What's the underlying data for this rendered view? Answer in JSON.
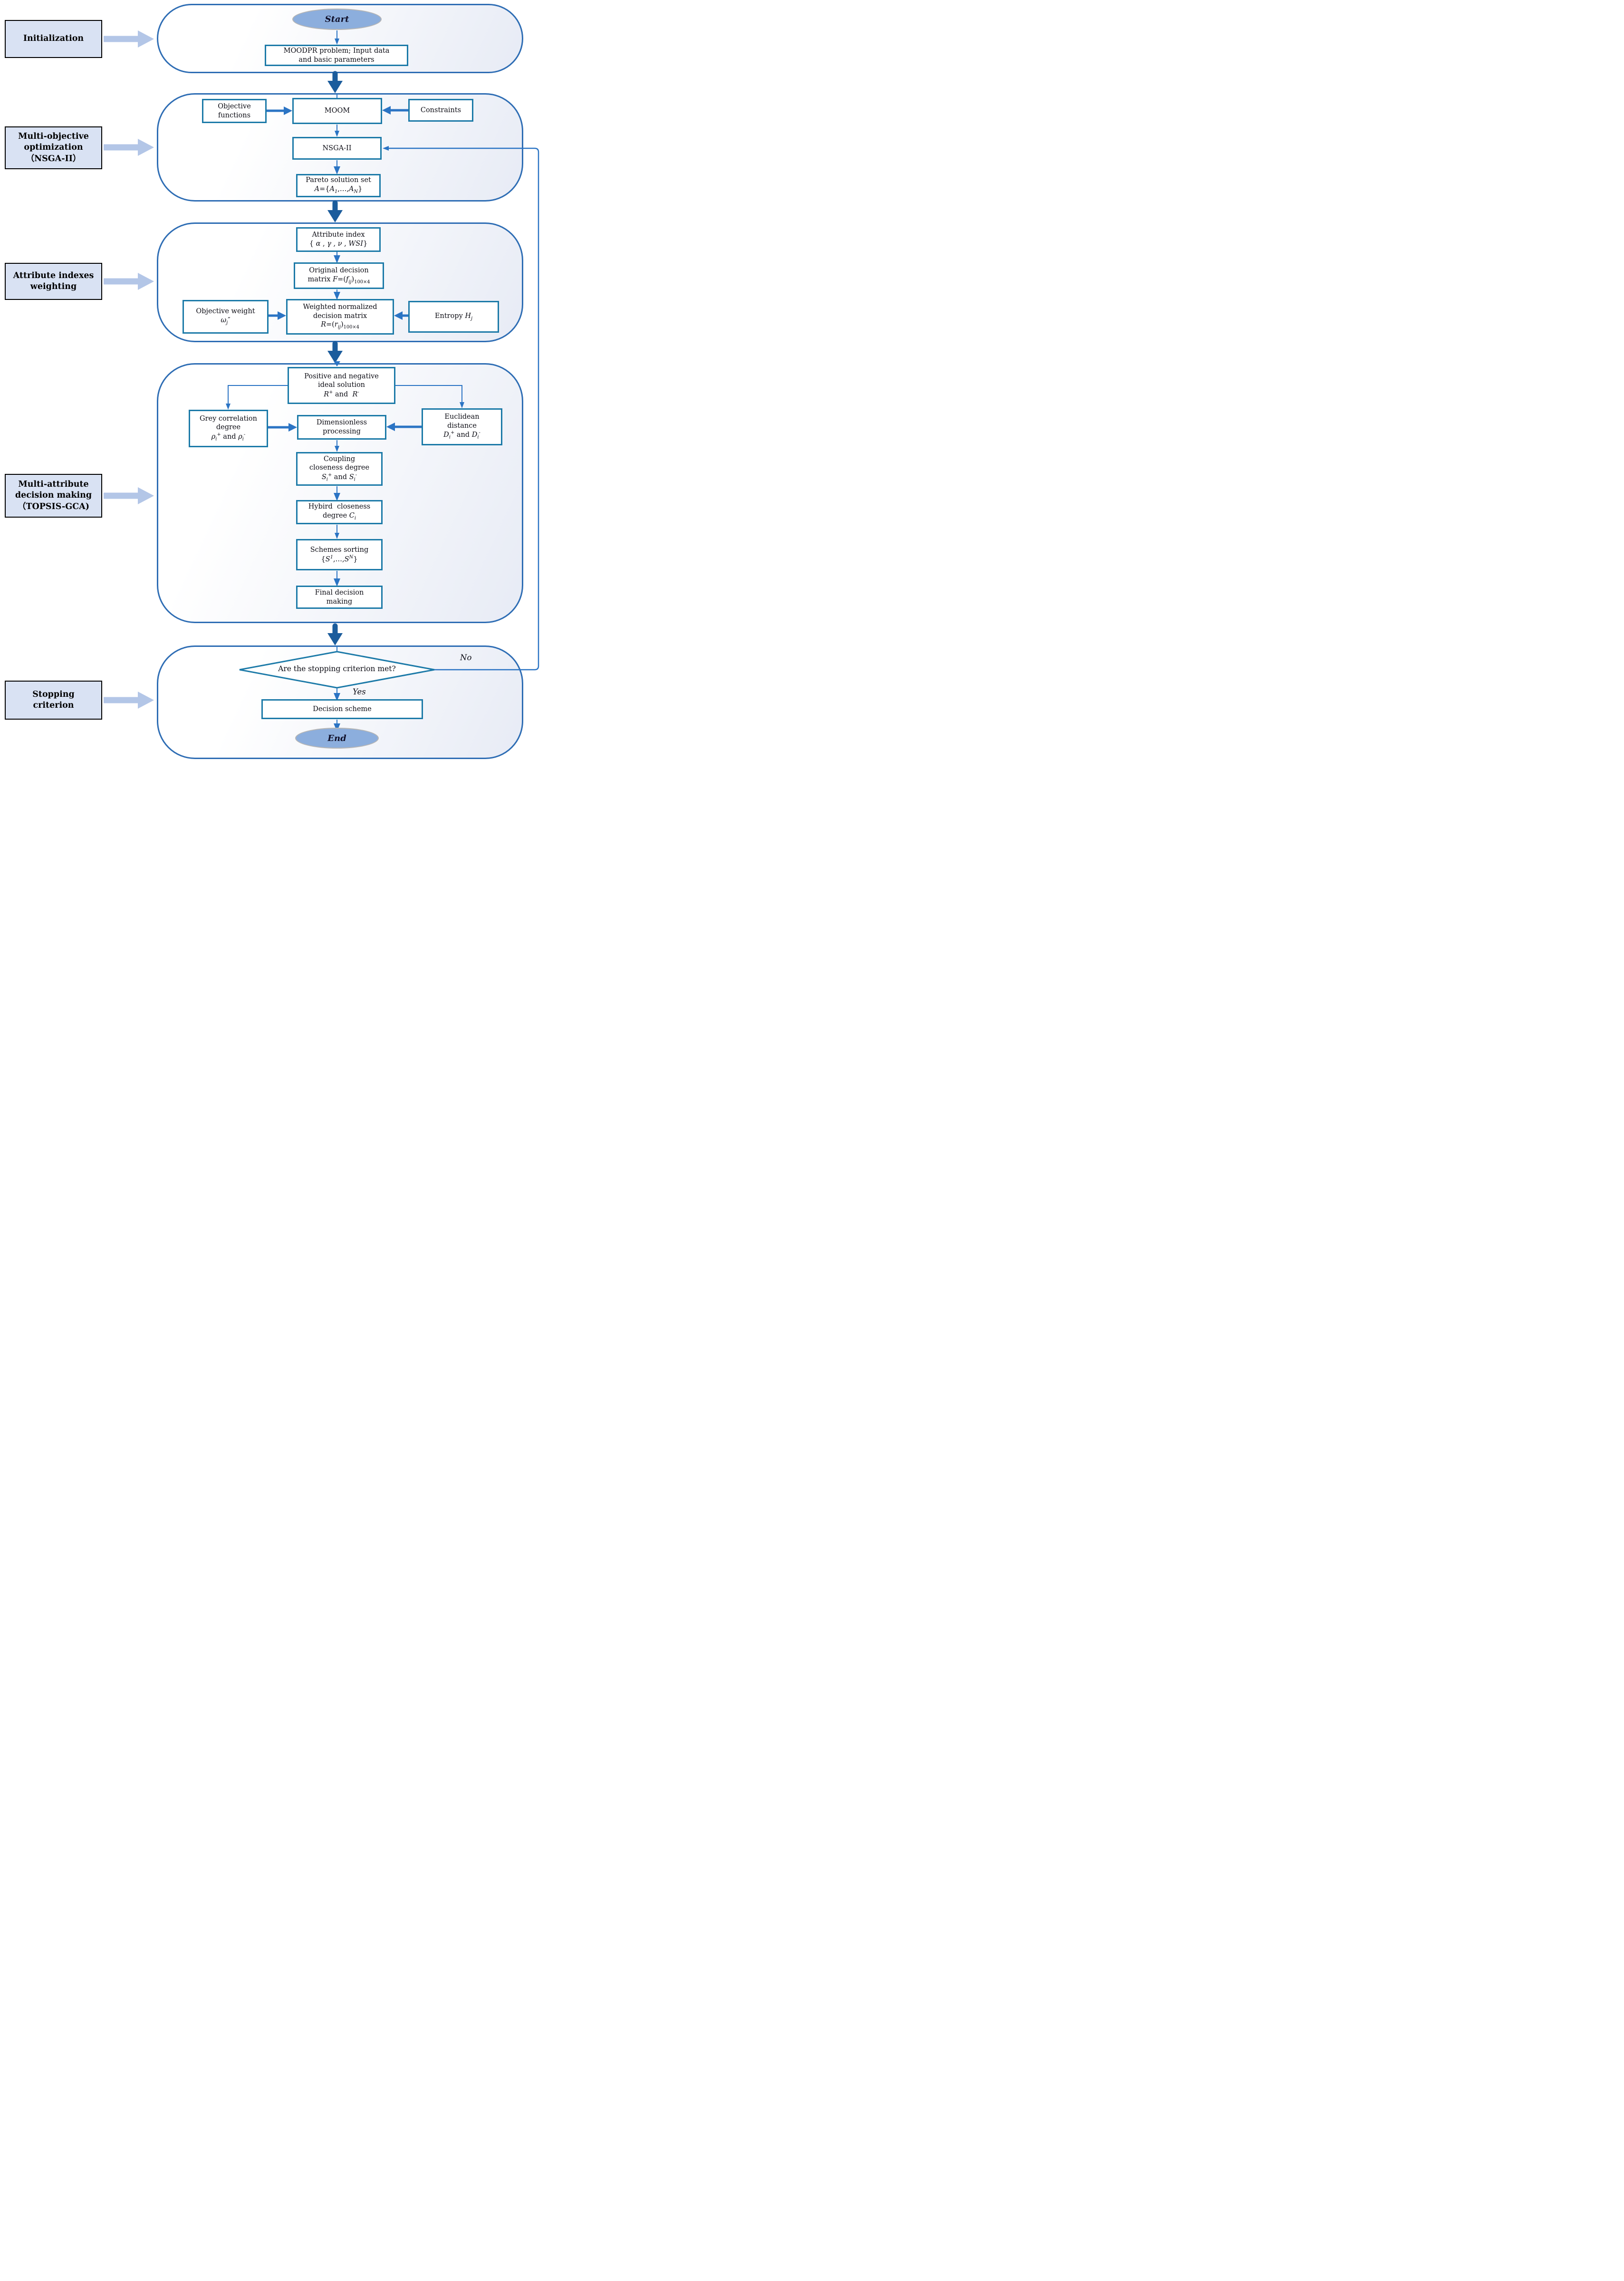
{
  "title": "MOODPR flowchart",
  "colors": {
    "container-border": "#2e6db4",
    "container-fill": "#e7ebf5",
    "box-border": "#1c7aa8",
    "connector": "#2b74c4",
    "block-arrow": "#1b5c9c",
    "label-fill": "#d9e2f3",
    "label-arrow": "#b3c6e7",
    "ellipse-fill": "#8caedd"
  },
  "left_labels": [
    {
      "name": "initialization",
      "html": "Initialization"
    },
    {
      "name": "multi-objective-optimization",
      "html": "Multi-objective<br>optimization<br>（NSGA-II）"
    },
    {
      "name": "attribute-indexes-weighting",
      "html": "Attribute indexes<br>weighting"
    },
    {
      "name": "multi-attribute-decision-making",
      "html": "Multi-attribute<br>decision making<br>（TOPSIS-GCA)"
    },
    {
      "name": "stopping-criterion",
      "html": "Stopping<br>criterion"
    }
  ],
  "nodes": {
    "start": "Start",
    "moodpr": "MOODPR problem; Input data<br>and basic parameters",
    "objective_functions": "Objective<br>functions",
    "moom": "MOOM",
    "constraints": "Constraints",
    "nsga": "NSGA-II",
    "pareto": "Pareto solution set<br><i>A</i>={<i>A</i><sub><i>1</i></sub>,…,<i>A</i><sub><i>N</i></sub>}",
    "attr_index": "Attribute index<br>{ <i>α</i> , <i>γ</i> , <i>ν</i> , <i>WSI</i>}",
    "orig_matrix": "Original decision<br>matrix <i>F</i>=(<i>f</i><sub><i>ij</i></sub>)<sub>100×4</sub>",
    "obj_weight": "Objective weight<br><i>ω</i><sub><i>j</i></sub>″",
    "weighted": "Weighted normalized<br>decision matrix<br><i>R</i>=(<i>r</i><sub><i>ij</i></sub>)<sub>100×4</sub>",
    "entropy": "Entropy <i>H</i><sub><i>j</i></sub>",
    "ideal": "Positive and negative<br>ideal solution<br><i>R</i><sup>+</sup> and&nbsp; <i>R</i><sup>-</sup>",
    "grey": "Grey correlation<br>degree<br><i>ρ</i><sub><i>i</i></sub><sup>+</sup> and <i>ρ</i><sub><i>i</i></sub><sup>-</sup>",
    "dimensionless": "Dimensionless<br>processing",
    "euclidean": "Euclidean<br>distance<br><i>D</i><sub><i>i</i></sub><sup>+</sup> and <i>D</i><sub><i>i</i></sub><sup>-</sup>",
    "coupling": "Coupling<br>closeness degree<br><i>S</i><sub><i>i</i></sub><sup>+</sup> and <i>S</i><sub><i>i</i></sub><sup>-</sup>",
    "hybird": "Hybird&nbsp; closeness<br>degree <i>C</i><sub><i>i</i></sub>",
    "schemes": "Schemes sorting<br>{<i>S</i><sup><i>1</i></sup>,…,<i>S</i><sup><i>N</i></sup>}",
    "final": "Final decision<br>making",
    "decision_scheme": "Decision scheme",
    "end": "End"
  },
  "decision": {
    "question": "Are the stopping criterion met?",
    "yes": "Yes",
    "no": "No"
  }
}
